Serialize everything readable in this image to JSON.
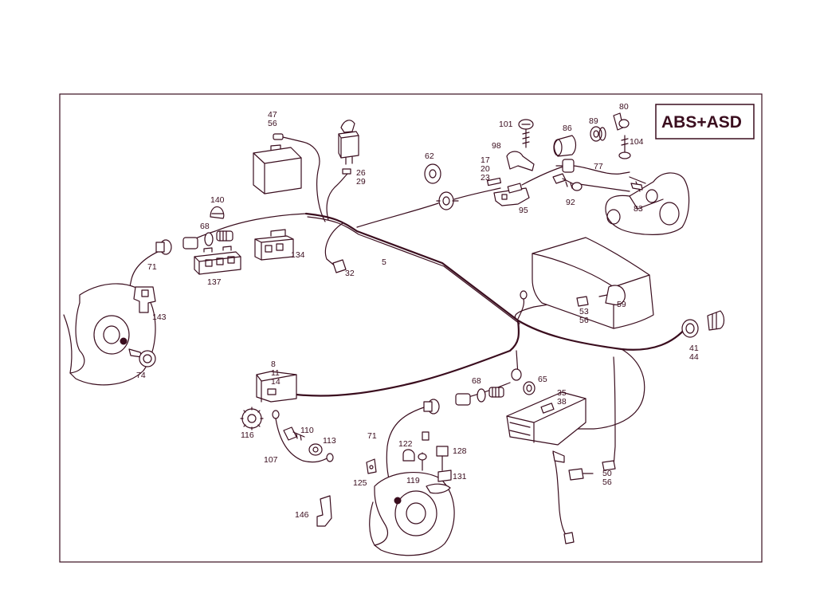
{
  "badge": "ABS+ASD",
  "callouts": [
    {
      "id": "c1",
      "text": "47\n56"
    },
    {
      "id": "c2",
      "text": "26\n29"
    },
    {
      "id": "c3",
      "text": "62"
    },
    {
      "id": "c4",
      "text": "17\n20\n23"
    },
    {
      "id": "c5",
      "text": "98"
    },
    {
      "id": "c6",
      "text": "101"
    },
    {
      "id": "c7",
      "text": "86"
    },
    {
      "id": "c8",
      "text": "89"
    },
    {
      "id": "c9",
      "text": "80"
    },
    {
      "id": "c10",
      "text": "104"
    },
    {
      "id": "c11",
      "text": "77"
    },
    {
      "id": "c12",
      "text": "92"
    },
    {
      "id": "c13",
      "text": "95"
    },
    {
      "id": "c14",
      "text": "83"
    },
    {
      "id": "c15",
      "text": "140"
    },
    {
      "id": "c16",
      "text": "68"
    },
    {
      "id": "c17",
      "text": "134"
    },
    {
      "id": "c18",
      "text": "71"
    },
    {
      "id": "c19",
      "text": "137"
    },
    {
      "id": "c20",
      "text": "32"
    },
    {
      "id": "c21",
      "text": "5"
    },
    {
      "id": "c22",
      "text": "143"
    },
    {
      "id": "c23",
      "text": "74"
    },
    {
      "id": "c24",
      "text": "59"
    },
    {
      "id": "c25",
      "text": "53\n56"
    },
    {
      "id": "c26",
      "text": "41\n44"
    },
    {
      "id": "c27",
      "text": "8\n11\n14"
    },
    {
      "id": "c28",
      "text": "68"
    },
    {
      "id": "c29",
      "text": "65"
    },
    {
      "id": "c30",
      "text": "35\n38"
    },
    {
      "id": "c31",
      "text": "116"
    },
    {
      "id": "c32",
      "text": "110"
    },
    {
      "id": "c33",
      "text": "113"
    },
    {
      "id": "c34",
      "text": "107"
    },
    {
      "id": "c35",
      "text": "71"
    },
    {
      "id": "c36",
      "text": "122"
    },
    {
      "id": "c37",
      "text": "128"
    },
    {
      "id": "c38",
      "text": "131"
    },
    {
      "id": "c39",
      "text": "119"
    },
    {
      "id": "c40",
      "text": "125"
    },
    {
      "id": "c41",
      "text": "146"
    },
    {
      "id": "c42",
      "text": "50\n56"
    }
  ]
}
